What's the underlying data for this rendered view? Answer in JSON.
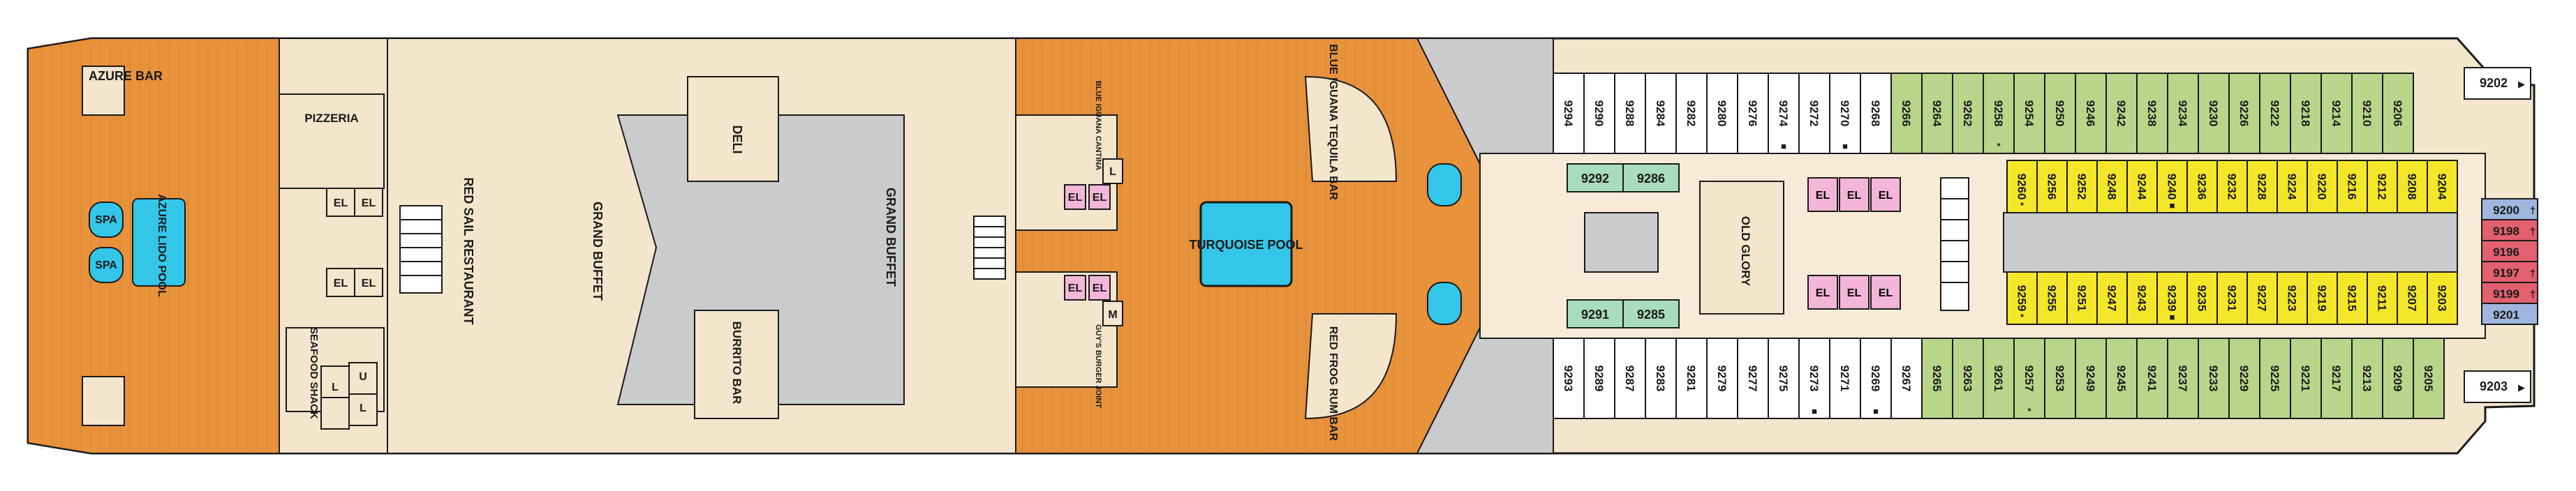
{
  "areas": {
    "azure_bar": "AZURE BAR",
    "pizzeria": "PIZZERIA",
    "azure_lido_pool": "AZURE LIDO POOL",
    "spa": "SPA",
    "seafood_shack": "SEAFOOD SHACK",
    "red_sail_restaurant": "RED SAIL RESTAURANT",
    "deli": "DELI",
    "grand_buffet_center": "GRAND BUFFET",
    "grand_buffet_side": "GRAND BUFFET",
    "burrito_bar": "BURRITO BAR",
    "blue_iguana_cantina": "BLUE IGUANA CANTINA",
    "guys_burger_joint": "GUY'S BURGER JOINT",
    "turquoise_pool": "TURQUOISE POOL",
    "blue_iguana_tequila_bar": "BLUE IGUANA TEQUILA BAR",
    "red_frog_rum_bar": "RED FROG RUM BAR",
    "old_glory": "OLD GLORY"
  },
  "facility_labels": {
    "elevator": "EL",
    "lavatory": "L",
    "urinal": "U",
    "mens": "M"
  },
  "cabins": {
    "top_outer": [
      "9294",
      "9290",
      "9288",
      "9284",
      "9282",
      "9280",
      "9276",
      "9274",
      "9272",
      "9270",
      "9268",
      "9266",
      "9264",
      "9262",
      "9258",
      "9254",
      "9250",
      "9246",
      "9242",
      "9238",
      "9234",
      "9230",
      "9226",
      "9222",
      "9218",
      "9214",
      "9210",
      "9206"
    ],
    "top_outer_marks": [
      "",
      "",
      "",
      "",
      "",
      "",
      "",
      "■",
      "",
      "■",
      "",
      "",
      "",
      "",
      "*",
      "",
      "",
      "",
      "",
      "",
      "",
      "",
      "",
      "",
      "",
      "",
      "",
      ""
    ],
    "top_inner": [
      "9260",
      "9256",
      "9252",
      "9248",
      "9244",
      "9240",
      "9236",
      "9232",
      "9228",
      "9224",
      "9220",
      "9216",
      "9212",
      "9208",
      "9204"
    ],
    "top_inner_marks": [
      "*",
      "",
      "",
      "",
      "",
      "■",
      "",
      "",
      "",
      "",
      "",
      "",
      "",
      "",
      ""
    ],
    "bottom_inner": [
      "9259",
      "9255",
      "9251",
      "9247",
      "9243",
      "9239",
      "9235",
      "9231",
      "9227",
      "9223",
      "9219",
      "9215",
      "9211",
      "9207",
      "9203"
    ],
    "bottom_inner_marks": [
      "*",
      "",
      "",
      "",
      "",
      "■",
      "",
      "",
      "",
      "",
      "",
      "",
      "",
      "",
      ""
    ],
    "bottom_outer": [
      "9293",
      "9289",
      "9287",
      "9283",
      "9281",
      "9279",
      "9277",
      "9275",
      "9273",
      "9271",
      "9269",
      "9267",
      "9265",
      "9263",
      "9261",
      "9257",
      "9253",
      "9249",
      "9245",
      "9241",
      "9237",
      "9233",
      "9229",
      "9225",
      "9221",
      "9217",
      "9213",
      "9209",
      "9205"
    ],
    "bottom_outer_marks": [
      "",
      "",
      "",
      "",
      "",
      "",
      "",
      "",
      "■",
      "",
      "■",
      "",
      "",
      "",
      "",
      "*",
      "",
      "",
      "",
      "",
      "",
      "",
      "",
      "",
      "",
      "",
      "",
      "",
      ""
    ],
    "center_top": [
      "9292",
      "9286"
    ],
    "center_bottom": [
      "9291",
      "9285"
    ],
    "forward_suites": [
      "9200",
      "9198",
      "9196",
      "9197",
      "9199",
      "9201"
    ],
    "forward_suites_marks": [
      "†",
      "†",
      "",
      "†",
      "†",
      ""
    ],
    "forward_top": "9202",
    "forward_bottom": "9203",
    "forward_marks": "▶"
  },
  "colors": {
    "deck_wood": "#E8923C",
    "deck_cream": "#F3E6CC",
    "interior_gray": "#C9CBCD",
    "pool_blue": "#33C6E8",
    "cabin_green": "#B9D58A",
    "cabin_yellow": "#F4E72A",
    "cabin_white": "#FFFFFF",
    "cabin_teal": "#A8DCC0",
    "suite_blue": "#9EB6DE",
    "suite_red": "#E26070",
    "suite_purple": "#B89AD0",
    "elevator_pink": "#F3B6D8",
    "corridor": "#F7EBD7",
    "outline": "#1a1a1a"
  }
}
